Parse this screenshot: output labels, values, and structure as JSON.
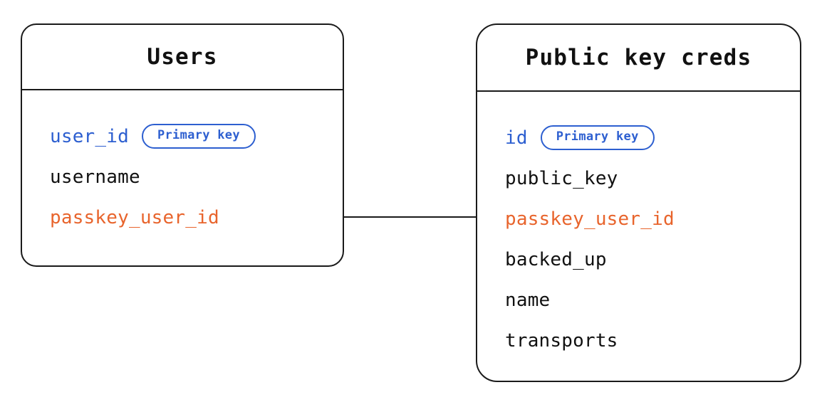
{
  "diagram": {
    "type": "entity-relationship-diagram",
    "background_color": "#ffffff",
    "border_color": "#1a1a1a",
    "key_color": "#2d5fd0",
    "foreign_key_color": "#e8642c",
    "text_color": "#111111"
  },
  "entities": [
    {
      "id": "users",
      "title": "Users",
      "fields": [
        {
          "name": "user_id",
          "role": "primary",
          "badge": "Primary key"
        },
        {
          "name": "username",
          "role": "plain",
          "badge": null
        },
        {
          "name": "passkey_user_id",
          "role": "foreign",
          "badge": null
        }
      ]
    },
    {
      "id": "public_key_creds",
      "title": "Public key creds",
      "fields": [
        {
          "name": "id",
          "role": "primary",
          "badge": "Primary key"
        },
        {
          "name": "public_key",
          "role": "plain",
          "badge": null
        },
        {
          "name": "passkey_user_id",
          "role": "foreign",
          "badge": null
        },
        {
          "name": "backed_up",
          "role": "plain",
          "badge": null
        },
        {
          "name": "name",
          "role": "plain",
          "badge": null
        },
        {
          "name": "transports",
          "role": "plain",
          "badge": null
        }
      ]
    }
  ],
  "relationship": {
    "from_entity": "users",
    "from_field": "passkey_user_id",
    "to_entity": "public_key_creds",
    "to_field": "passkey_user_id",
    "style": "straight-line",
    "color": "#1a1a1a"
  }
}
